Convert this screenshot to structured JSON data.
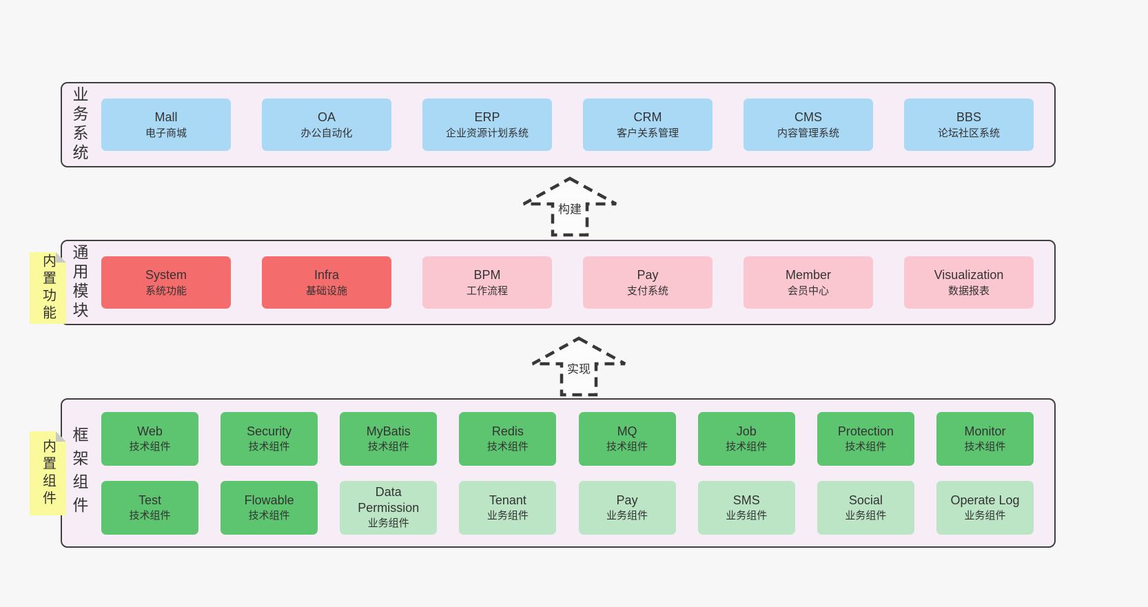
{
  "colors": {
    "page_bg": "#f7f7f7",
    "band_bg": "#f7edf6",
    "band_border": "#3f3f3f",
    "blue": "#a9d9f5",
    "red": "#f56c6c",
    "pink": "#fac7d1",
    "green": "#5dc46f",
    "lightgreen": "#bce5c5",
    "sticky_yellow": "#fafa9d",
    "sticky_fold": "#c9c9c9",
    "text": "#333333",
    "arrow": "#383838"
  },
  "arrows": [
    {
      "label": "构建"
    },
    {
      "label": "实现"
    }
  ],
  "bands": [
    {
      "label": "业务系统",
      "boxes": [
        {
          "name": "Mall",
          "subtitle": "电子商城",
          "color": "blue"
        },
        {
          "name": "OA",
          "subtitle": "办公自动化",
          "color": "blue"
        },
        {
          "name": "ERP",
          "subtitle": "企业资源计划系统",
          "color": "blue"
        },
        {
          "name": "CRM",
          "subtitle": "客户关系管理",
          "color": "blue"
        },
        {
          "name": "CMS",
          "subtitle": "内容管理系统",
          "color": "blue"
        },
        {
          "name": "BBS",
          "subtitle": "论坛社区系统",
          "color": "blue"
        }
      ]
    },
    {
      "label": "通用模块",
      "sticky": "内置功能",
      "boxes": [
        {
          "name": "System",
          "subtitle": "系统功能",
          "color": "red"
        },
        {
          "name": "Infra",
          "subtitle": "基础设施",
          "color": "red"
        },
        {
          "name": "BPM",
          "subtitle": "工作流程",
          "color": "pink"
        },
        {
          "name": "Pay",
          "subtitle": "支付系统",
          "color": "pink"
        },
        {
          "name": "Member",
          "subtitle": "会员中心",
          "color": "pink"
        },
        {
          "name": "Visualization",
          "subtitle": "数据报表",
          "color": "pink"
        }
      ]
    },
    {
      "label": "框架组件",
      "sticky": "内置组件",
      "rows": [
        [
          {
            "name": "Web",
            "subtitle": "技术组件",
            "color": "green"
          },
          {
            "name": "Security",
            "subtitle": "技术组件",
            "color": "green"
          },
          {
            "name": "MyBatis",
            "subtitle": "技术组件",
            "color": "green"
          },
          {
            "name": "Redis",
            "subtitle": "技术组件",
            "color": "green"
          },
          {
            "name": "MQ",
            "subtitle": "技术组件",
            "color": "green"
          },
          {
            "name": "Job",
            "subtitle": "技术组件",
            "color": "green"
          },
          {
            "name": "Protection",
            "subtitle": "技术组件",
            "color": "green"
          },
          {
            "name": "Monitor",
            "subtitle": "技术组件",
            "color": "green"
          }
        ],
        [
          {
            "name": "Test",
            "subtitle": "技术组件",
            "color": "green"
          },
          {
            "name": "Flowable",
            "subtitle": "技术组件",
            "color": "green"
          },
          {
            "name": "Data Permission",
            "subtitle": "业务组件",
            "color": "lightgreen"
          },
          {
            "name": "Tenant",
            "subtitle": "业务组件",
            "color": "lightgreen"
          },
          {
            "name": "Pay",
            "subtitle": "业务组件",
            "color": "lightgreen"
          },
          {
            "name": "SMS",
            "subtitle": "业务组件",
            "color": "lightgreen"
          },
          {
            "name": "Social",
            "subtitle": "业务组件",
            "color": "lightgreen"
          },
          {
            "name": "Operate Log",
            "subtitle": "业务组件",
            "color": "lightgreen"
          }
        ]
      ]
    }
  ]
}
